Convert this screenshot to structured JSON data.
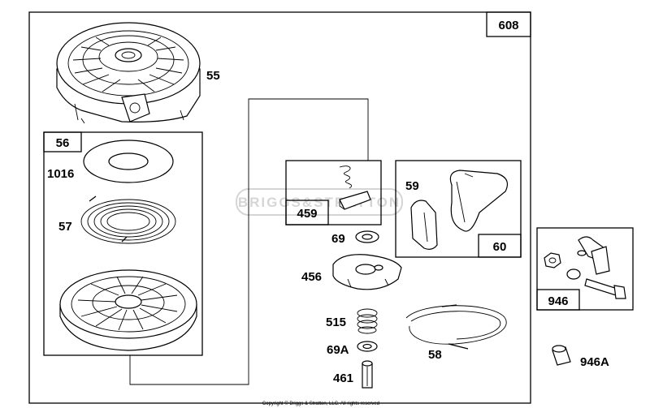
{
  "frame_number": "608",
  "callouts": {
    "housing": "55",
    "pulley_box": "56",
    "washer": "1016",
    "spring": "57",
    "pawl_kit_box": "459",
    "handle_box": "60",
    "handle_insert": "59",
    "retainer_washer": "69",
    "retainer": "456",
    "spring_515": "515",
    "washer_69a": "69A",
    "pin": "461",
    "rope": "58",
    "bolt_kit_box": "946",
    "bushing": "946A"
  },
  "watermark": "BRIGGS&STRATTON",
  "copyright": "Copyright © Briggs & Stratton, LLC. All rights reserved"
}
